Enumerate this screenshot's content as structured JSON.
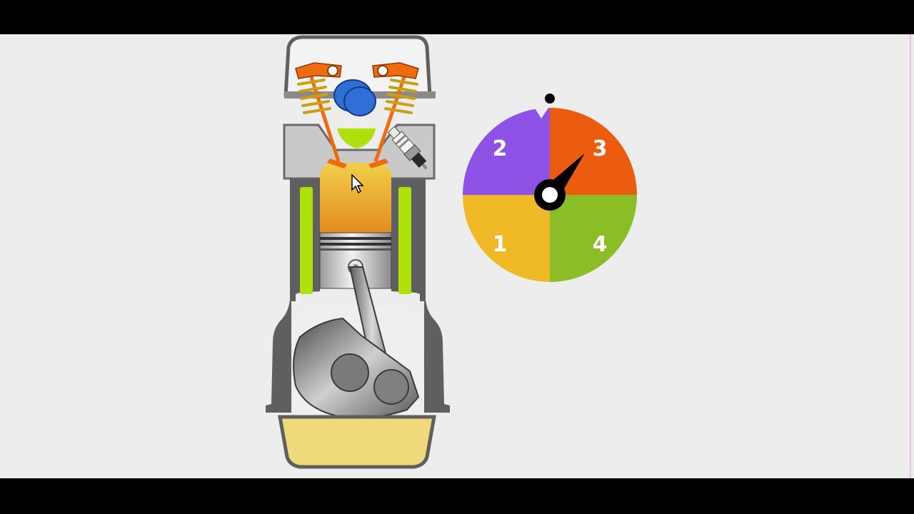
{
  "video": {
    "background": "#ededed",
    "letterbox_color": "#000000"
  },
  "engine": {
    "colors": {
      "block": "#5f5f5f",
      "head": "#c9c9c9",
      "coolant": "#aee00a",
      "valve_train": "#f06a10",
      "camshaft": "#2f6fd6",
      "combustion_top": "#f2cf4a",
      "combustion_bottom": "#e38a20",
      "piston": "#d8d8d8",
      "crank": "#6e6e6e",
      "oil": "#efd97a"
    }
  },
  "stroke_dial": {
    "quadrants": [
      {
        "label": "1",
        "color": "#f0b926"
      },
      {
        "label": "2",
        "color": "#8e52e6"
      },
      {
        "label": "3",
        "color": "#ec5c10"
      },
      {
        "label": "4",
        "color": "#8bbe26"
      }
    ],
    "active_stroke": 3,
    "pointer_angle_deg": 40,
    "pointer_color": "#000000"
  },
  "cursor": {
    "visible": true
  }
}
